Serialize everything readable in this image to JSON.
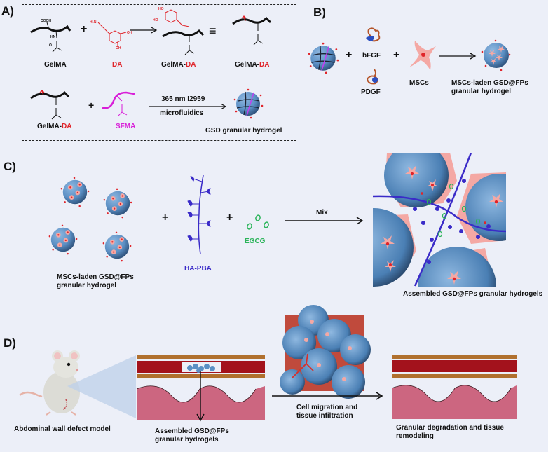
{
  "panels": {
    "a": "A)",
    "b": "B)",
    "c": "C)",
    "d": "D)"
  },
  "panel_a": {
    "row1": {
      "gelma": "GelMA",
      "da": "DA",
      "gelma_da_prefix": "GelMA-",
      "gelma_da_suffix": "DA",
      "cooh": "COOH",
      "hn": "HN",
      "o": "O",
      "h2n": "H₂N",
      "oh": "OH",
      "ho": "HO",
      "plus": "+",
      "equiv": "≡"
    },
    "row2": {
      "gelma_da_prefix": "GelMA-",
      "gelma_da_suffix": "DA",
      "sfma": "SFMA",
      "arrow_top": "365 nm I2959",
      "arrow_bottom": "microfluidics",
      "product": "GSD granular hydrogel",
      "plus": "+"
    }
  },
  "panel_b": {
    "bfgf": "bFGF",
    "pdgf": "PDGF",
    "mscs": "MSCs",
    "product_line1": "MSCs-laden GSD@FPs",
    "product_line2": "granular hydrogel",
    "plus": "+"
  },
  "panel_c": {
    "beads_line1": "MSCs-laden GSD@FPs",
    "beads_line2": "granular hydrogel",
    "ha_pba": "HA-PBA",
    "egcg": "EGCG",
    "mix": "Mix",
    "product": "Assembled GSD@FPs granular hydrogels",
    "plus": "+"
  },
  "panel_d": {
    "model": "Abdominal wall defect model",
    "implant_line1": "Assembled GSD@FPs",
    "implant_line2": "granular hydrogels",
    "arrow_line1": "Cell migration and",
    "arrow_line2": "tissue infiltration",
    "result_line1": "Granular degradation and tissue",
    "result_line2": "remodeling"
  },
  "colors": {
    "background": "#eceff8",
    "bead": "#5b8fc4",
    "bead_dark": "#2c4f78",
    "cell": "#f4a8a4",
    "nucleus": "#e0242a",
    "dopamine": "#e0242a",
    "sfma": "#d81ed8",
    "ha_pba": "#3a2bc8",
    "egcg": "#2bb45a",
    "muscle": "#a3121c",
    "fascia": "#b0702e",
    "intestine": "#cc6680"
  }
}
